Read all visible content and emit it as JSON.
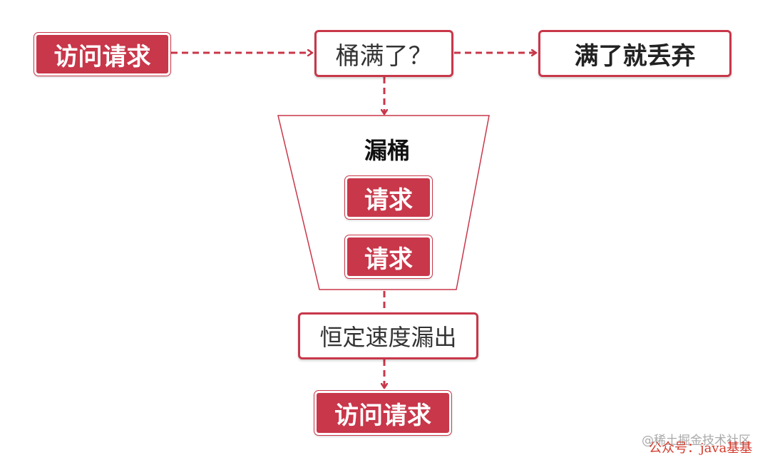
{
  "colors": {
    "accent": "#c8374a",
    "text": "#333333",
    "watermark_red": "#d33a2c",
    "watermark_gray": "#aaaaaa"
  },
  "request_in": "访问请求",
  "decision": "桶满了？",
  "discard": "满了就丢弃",
  "funnel": {
    "title": "漏桶",
    "items": [
      "请求",
      "请求"
    ]
  },
  "leak": "恒定速度漏出",
  "request_out": "访问请求",
  "watermark": {
    "juejin": "@稀土掘金技术社区",
    "wechat": "公众号：java基基"
  }
}
